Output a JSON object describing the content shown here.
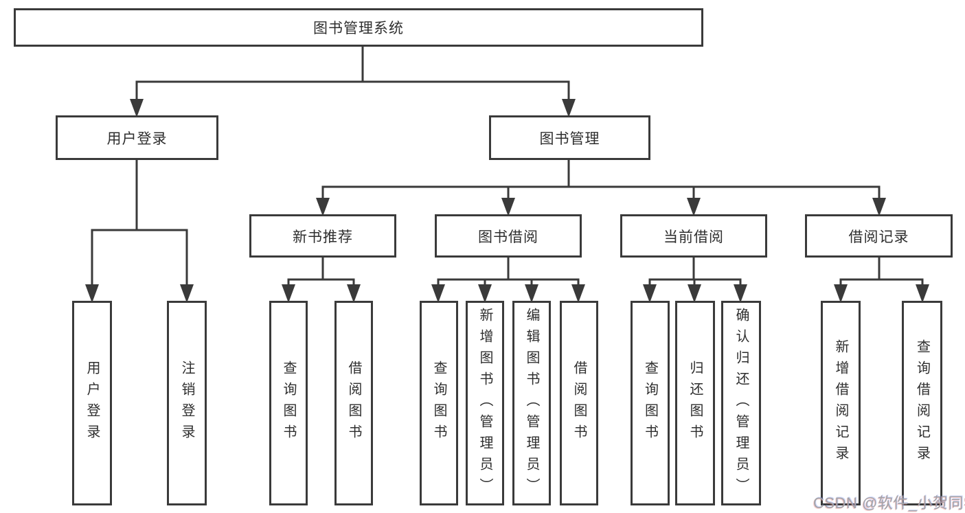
{
  "diagram": {
    "root": {
      "label": "图书管理系统"
    },
    "branches": [
      {
        "label": "用户登录",
        "children": [
          {
            "label": "用户登录"
          },
          {
            "label": "注销登录"
          }
        ]
      },
      {
        "label": "图书管理",
        "children": [
          {
            "label": "新书推荐",
            "children": [
              {
                "label": "查询图书"
              },
              {
                "label": "借阅图书"
              }
            ]
          },
          {
            "label": "图书借阅",
            "children": [
              {
                "label": "查询图书"
              },
              {
                "label": "新增图书（管理员）"
              },
              {
                "label": "编辑图书（管理员）"
              },
              {
                "label": "借阅图书"
              }
            ]
          },
          {
            "label": "当前借阅",
            "children": [
              {
                "label": "查询图书"
              },
              {
                "label": "归还图书"
              },
              {
                "label": "确认归还（管理员）"
              }
            ]
          },
          {
            "label": "借阅记录",
            "children": [
              {
                "label": "新增借阅记录"
              },
              {
                "label": "查询借阅记录"
              }
            ]
          }
        ]
      }
    ]
  },
  "watermark": {
    "text": "CSDN @软件_小贺同学"
  },
  "colors": {
    "line": "#3a3a3a",
    "node_border": "#3a3a3a",
    "text": "#2e2e2e",
    "background": "#ffffff",
    "watermark": "#a4a4a8"
  }
}
